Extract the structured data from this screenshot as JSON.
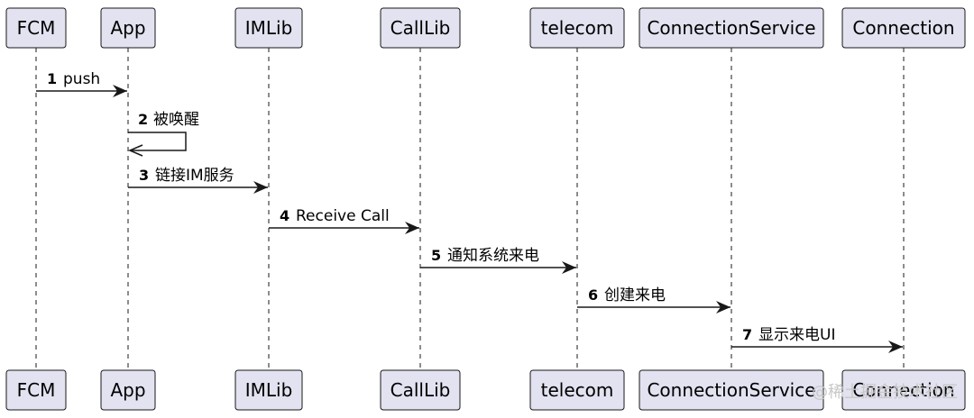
{
  "participants": [
    {
      "id": "fcm",
      "label": "FCM"
    },
    {
      "id": "app",
      "label": "App"
    },
    {
      "id": "imlib",
      "label": "IMLib"
    },
    {
      "id": "calllib",
      "label": "CallLib"
    },
    {
      "id": "telecom",
      "label": "telecom"
    },
    {
      "id": "connectionservice",
      "label": "ConnectionService"
    },
    {
      "id": "connection",
      "label": "Connection"
    }
  ],
  "messages": [
    {
      "num": "1",
      "text": "push",
      "from": "fcm",
      "to": "app"
    },
    {
      "num": "2",
      "text": "被唤醒",
      "from": "app",
      "to": "app"
    },
    {
      "num": "3",
      "text": "链接IM服务",
      "from": "app",
      "to": "imlib"
    },
    {
      "num": "4",
      "text": "Receive Call",
      "from": "imlib",
      "to": "calllib"
    },
    {
      "num": "5",
      "text": "通知系统来电",
      "from": "calllib",
      "to": "telecom"
    },
    {
      "num": "6",
      "text": "创建来电",
      "from": "telecom",
      "to": "connectionservice"
    },
    {
      "num": "7",
      "text": "显示来电UI",
      "from": "connectionservice",
      "to": "connection"
    }
  ],
  "watermark": "@稀土掘金技术社区"
}
